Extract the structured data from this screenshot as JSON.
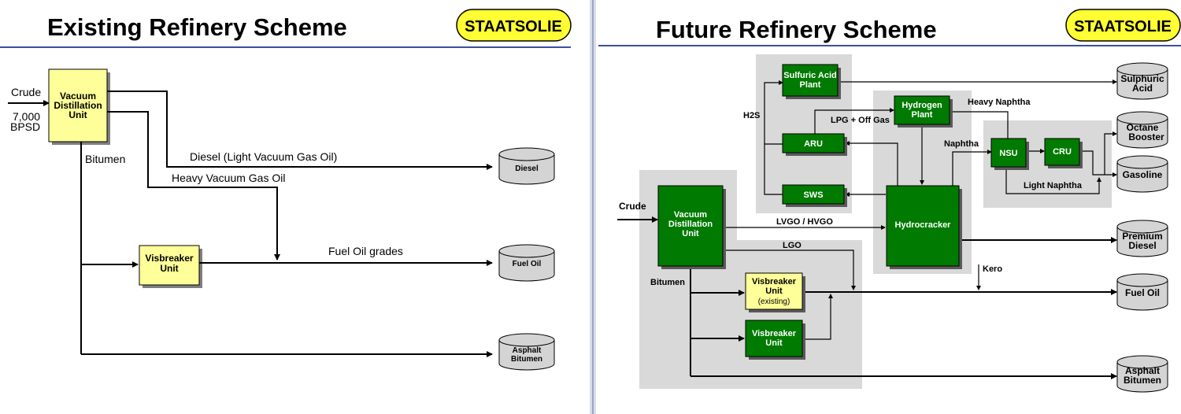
{
  "left": {
    "title": "Existing Refinery Scheme",
    "logo": "STAATSOLIE",
    "input_label": "Crude",
    "input_capacity_1": "7,000",
    "input_capacity_2": "BPSD",
    "vdu": [
      "Vacuum",
      "Distillation",
      "Unit"
    ],
    "visbreaker": [
      "Visbreaker",
      "Unit"
    ],
    "streams": {
      "diesel": "Diesel (Light Vacuum Gas Oil)",
      "hvgo": "Heavy Vacuum Gas Oil",
      "fuel_oil": "Fuel Oil grades",
      "bitumen": "Bitumen"
    },
    "tanks": {
      "diesel": "Diesel",
      "fuel_oil": "Fuel Oil",
      "asphalt_1": "Asphalt",
      "asphalt_2": "Bitumen"
    }
  },
  "right": {
    "title": "Future Refinery Scheme",
    "logo": "STAATSOLIE",
    "input_label": "Crude",
    "units": {
      "sulfuric": [
        "Sulfuric Acid",
        "Plant"
      ],
      "hydrogen": [
        "Hydrogen",
        "Plant"
      ],
      "aru": "ARU",
      "sws": "SWS",
      "nsu": "NSU",
      "cru": "CRU",
      "hydrocracker": "Hydrocracker",
      "vdu": [
        "Vacuum",
        "Distillation",
        "Unit"
      ],
      "visbreaker_existing": [
        "Visbreaker",
        "Unit",
        "(existing)"
      ],
      "visbreaker_new": [
        "Visbreaker",
        "Unit"
      ]
    },
    "streams": {
      "h2s": "H2S",
      "lpg": "LPG + Off Gas",
      "heavy_naphtha": "Heavy Naphtha",
      "naphtha": "Naphtha",
      "light_naphtha": "Light Naphtha",
      "lvgo_hvgo": "LVGO / HVGO",
      "lgo": "LGO",
      "kero": "Kero",
      "bitumen": "Bitumen"
    },
    "tanks": {
      "sulphuric_1": "Sulphuric",
      "sulphuric_2": "Acid",
      "octane_1": "Octane",
      "octane_2": "Booster",
      "gasoline": "Gasoline",
      "premium_1": "Premium",
      "premium_2": "Diesel",
      "fuel_oil": "Fuel Oil",
      "asphalt_1": "Asphalt",
      "asphalt_2": "Bitumen"
    }
  },
  "colors": {
    "green_unit": "#007a00",
    "yellow_unit": "#ffff99",
    "area_gray": "#d9d9d9",
    "tank_gray": "#d4d4d4",
    "logo_yellow": "#ffff33",
    "rule_blue": "#3c4f9c"
  }
}
